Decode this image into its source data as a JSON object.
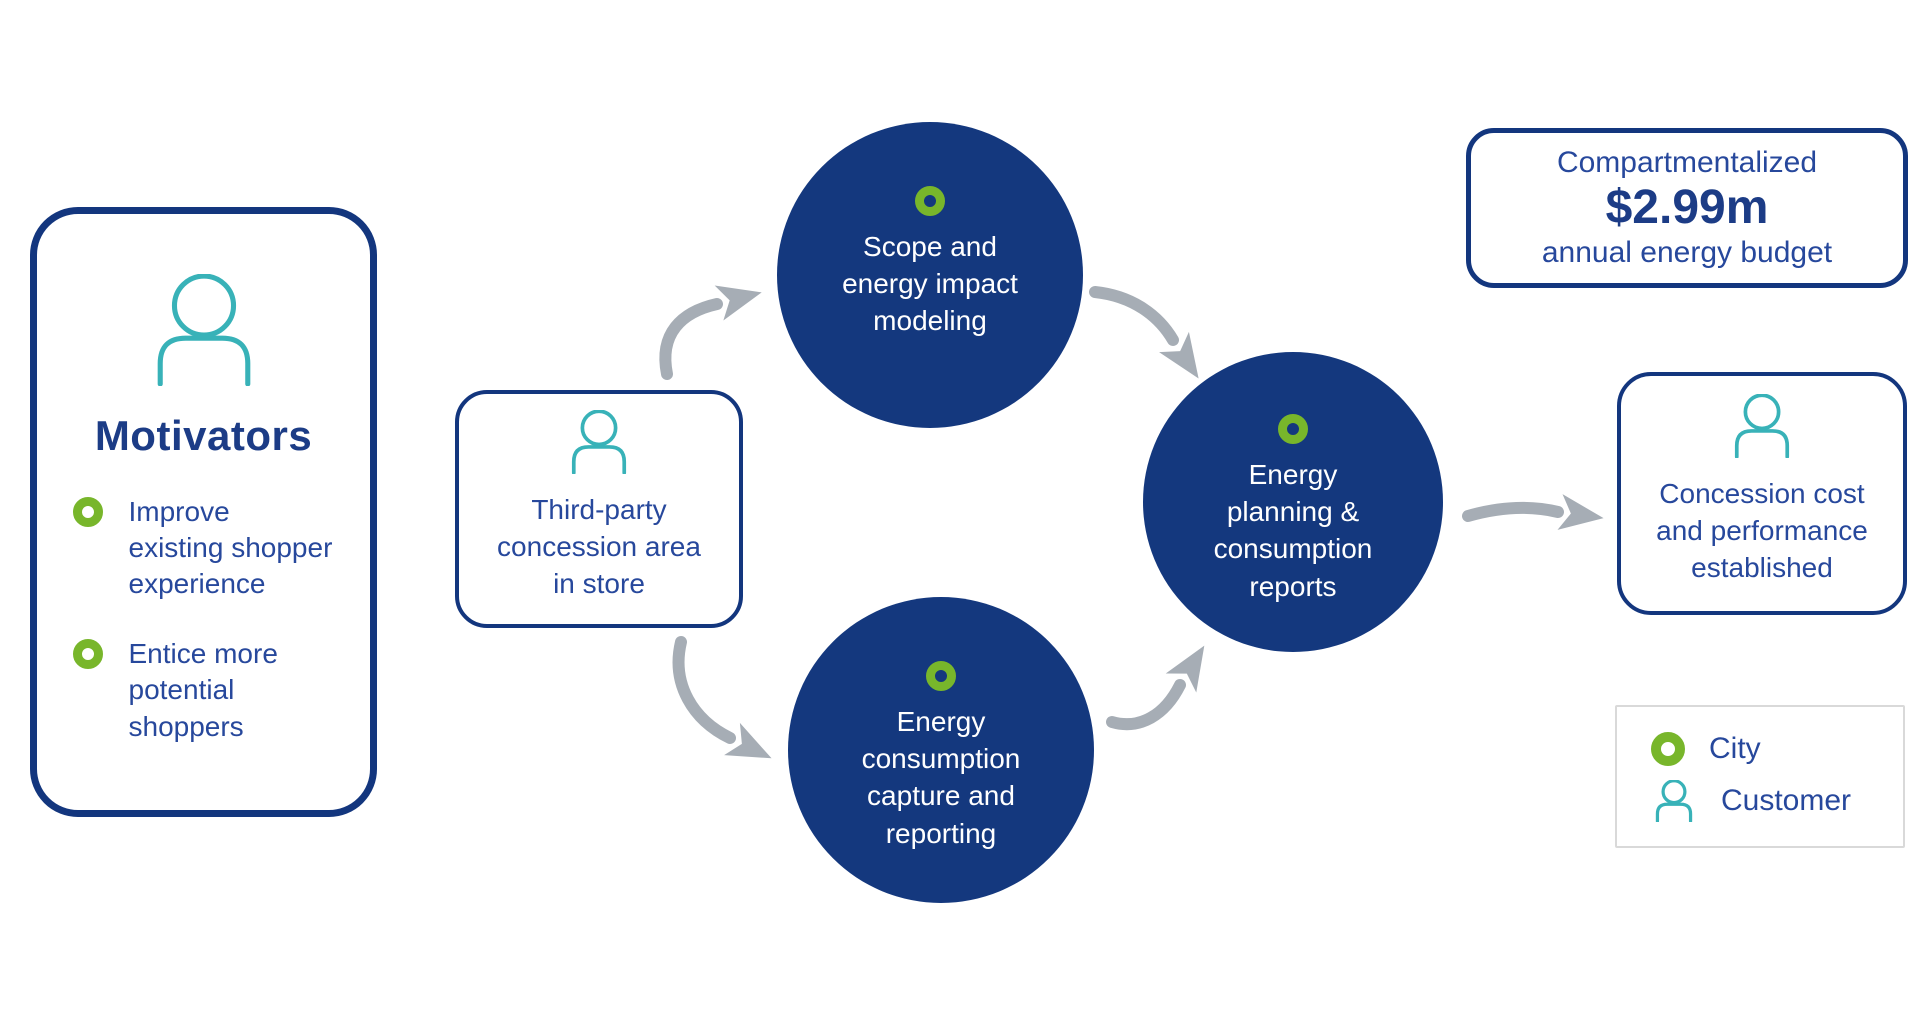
{
  "colors": {
    "navy_fill": "#14387e",
    "navy_border": "#13367e",
    "title_navy": "#1c3c86",
    "body_blue": "#27489c",
    "green": "#78b62b",
    "teal": "#38b2b8",
    "arrow_gray": "#a6adb5",
    "legend_border": "#d9d9d9",
    "background": "#ffffff"
  },
  "icons": {
    "city": "green-donut",
    "customer": "person-outline"
  },
  "motivators": {
    "title": "Motivators",
    "items": [
      {
        "label": "Improve\nexisting shopper\nexperience"
      },
      {
        "label": "Entice more\npotential\nshoppers"
      }
    ]
  },
  "source_box": {
    "label": "Third-party\nconcession area\nin store"
  },
  "circles": {
    "top": {
      "label": "Scope and\nenergy impact\nmodeling"
    },
    "bottom": {
      "label": "Energy\nconsumption\ncapture and\nreporting"
    },
    "merge": {
      "label": "Energy\nplanning &\nconsumption\nreports"
    }
  },
  "budget_box": {
    "title": "Compartmentalized",
    "amount": "$2.99m",
    "subtitle": "annual energy budget"
  },
  "outcome_box": {
    "label": "Concession cost\nand performance\nestablished"
  },
  "legend": {
    "items": [
      {
        "icon": "city-dot-icon",
        "label": "City"
      },
      {
        "icon": "customer-icon",
        "label": "Customer"
      }
    ]
  }
}
